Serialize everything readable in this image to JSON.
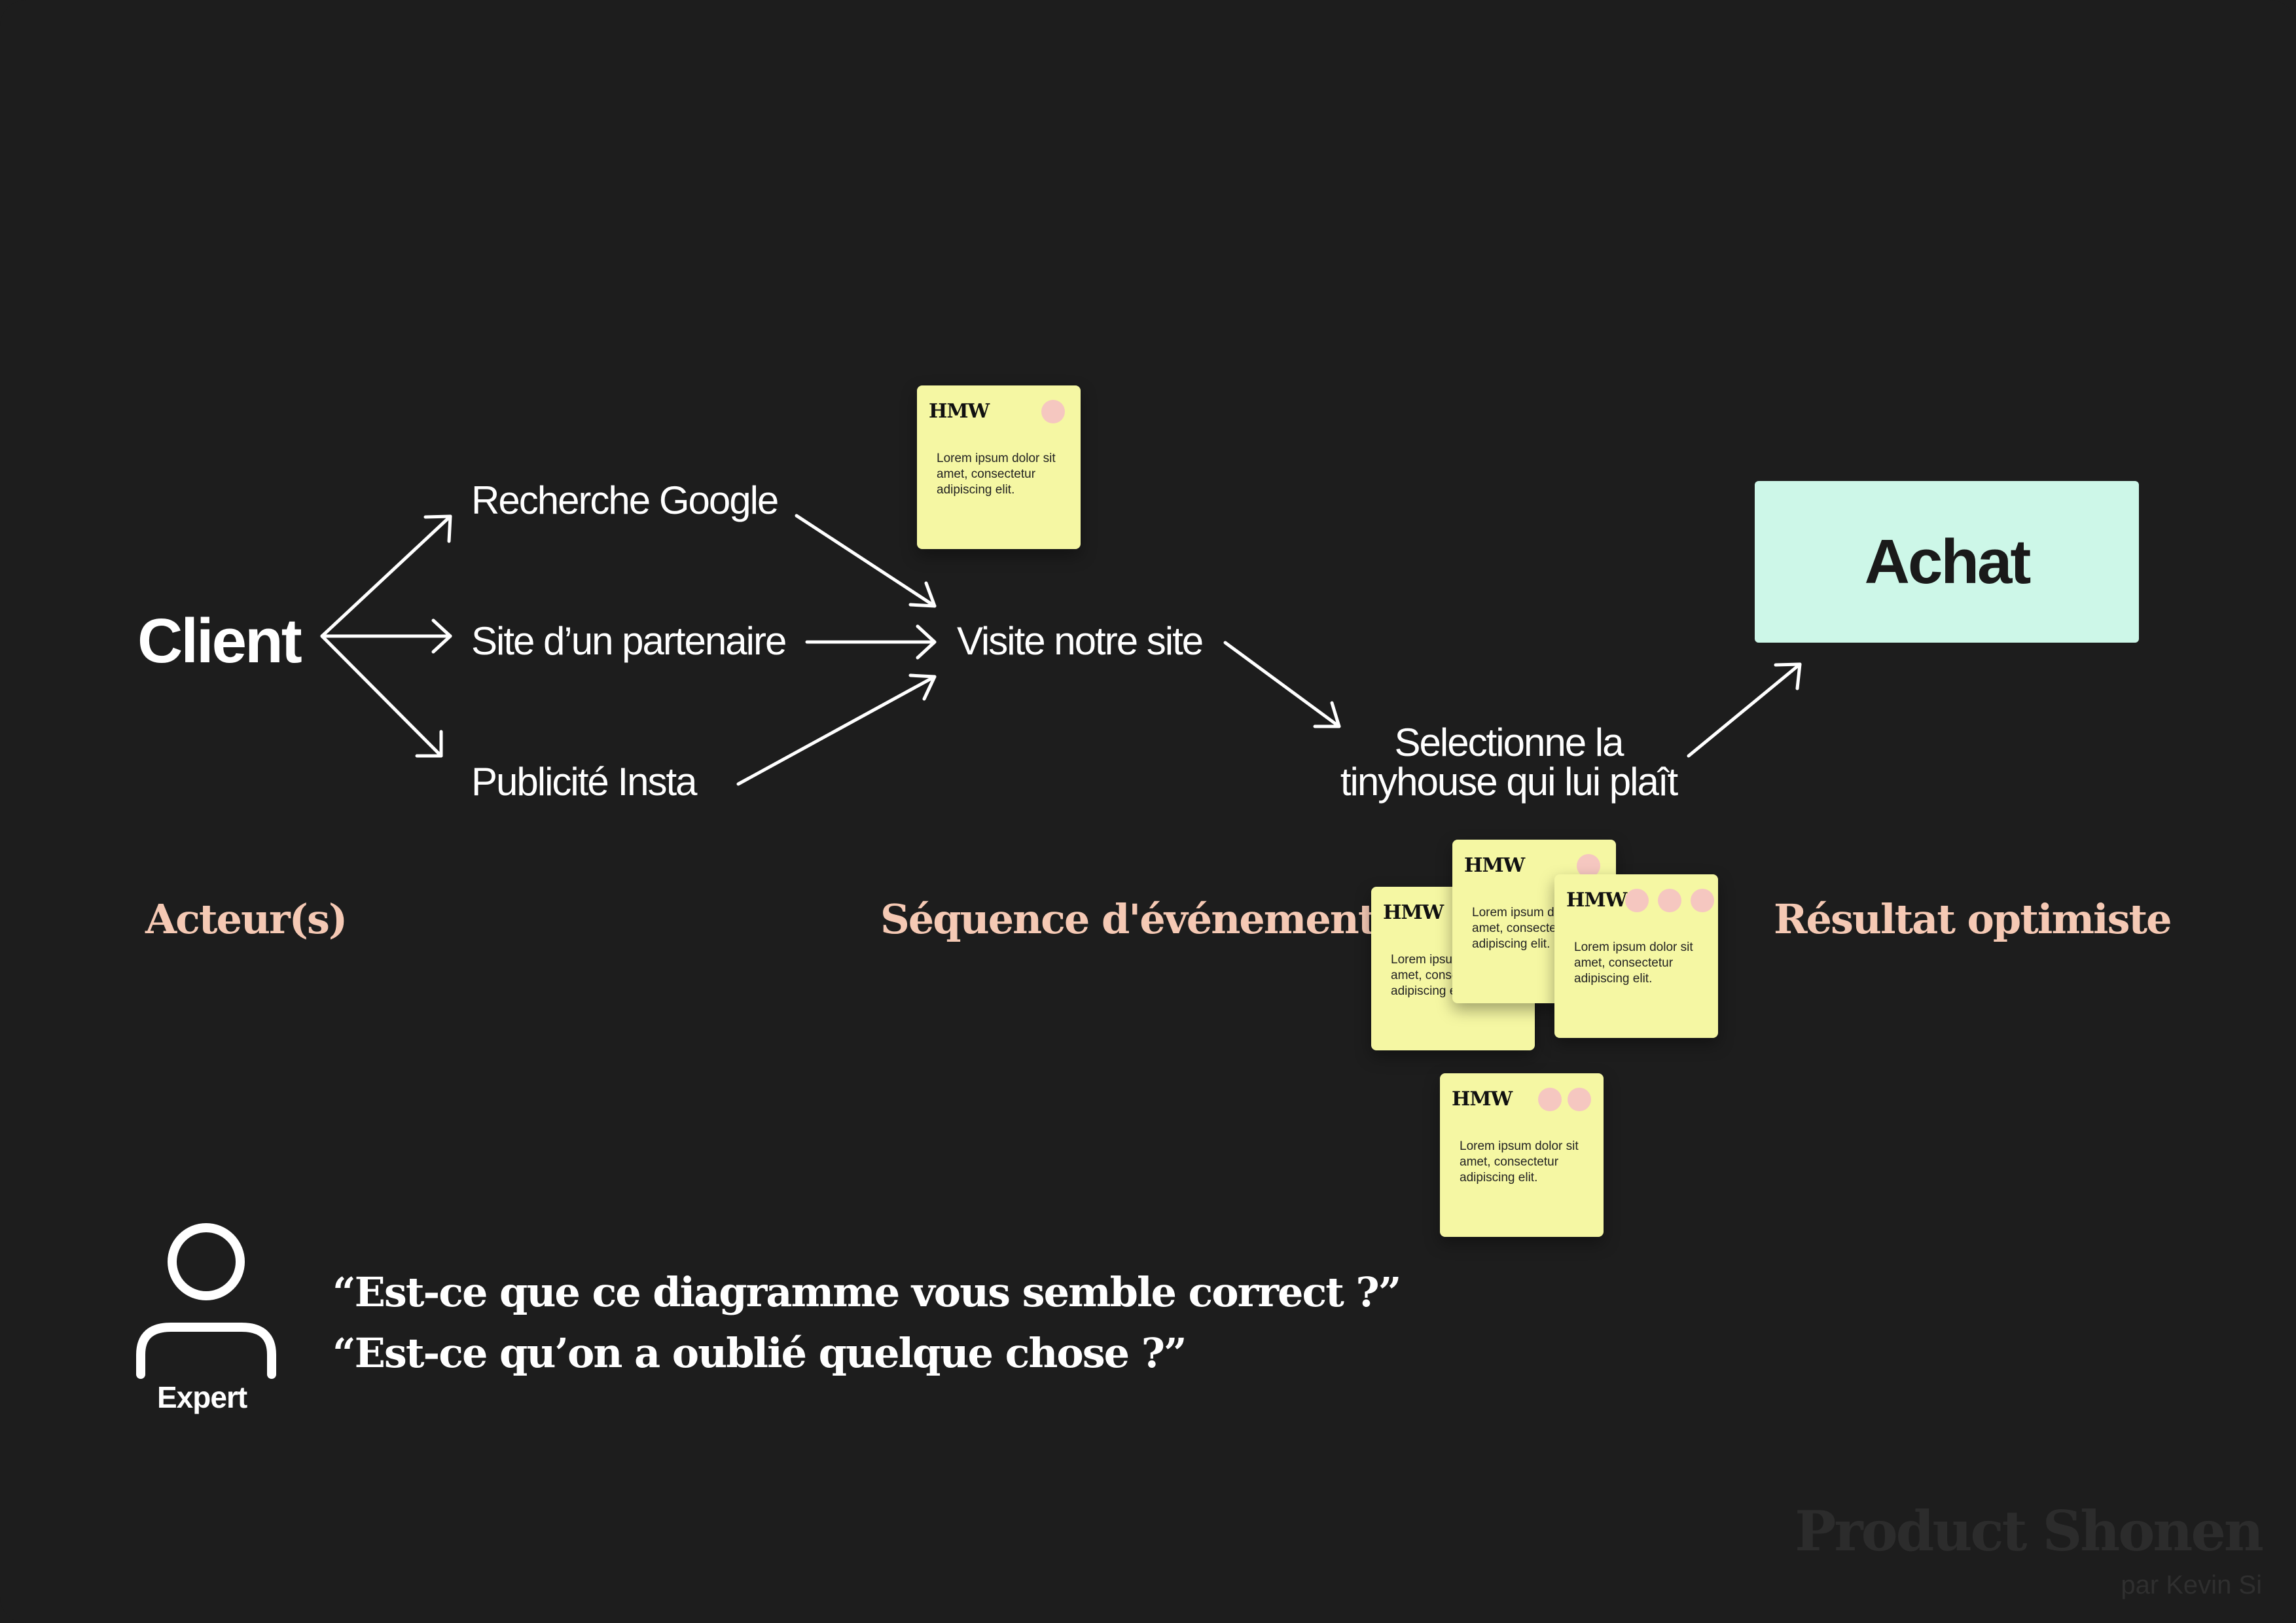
{
  "nodes": {
    "client": "Client",
    "google": "Recherche Google",
    "partner": "Site d’un partenaire",
    "insta": "Publicité Insta",
    "visit": "Visite notre site",
    "select_line1": "Selectionne la",
    "select_line2": "tinyhouse qui lui plaît",
    "achat": "Achat"
  },
  "labels": {
    "actors": "Acteur(s)",
    "sequence": "Séquence d'événements",
    "result": "Résultat optimiste"
  },
  "notes": [
    {
      "title": "HMW",
      "body": "Lorem ipsum dolor sit amet, consectetur adipiscing elit.",
      "votes": 1
    },
    {
      "title": "HMW",
      "body": "Lorem ipsum dolor sit amet, consectetur adipiscing elit.",
      "votes": 0
    },
    {
      "title": "HMW",
      "body": "Lorem ipsum dolor sit amet, consectetur adipiscing elit.",
      "votes": 1
    },
    {
      "title": "HMW",
      "body": "Lorem ipsum dolor sit amet, consectetur adipiscing elit.",
      "votes": 3
    },
    {
      "title": "HMW",
      "body": "Lorem ipsum dolor sit amet, consectetur adipiscing elit.",
      "votes": 2
    }
  ],
  "expert": {
    "label": "Expert",
    "quote1": "“Est-ce que ce diagramme vous semble correct ?”",
    "quote2": "“Est-ce qu’on a oublié quelque chose ?”"
  },
  "watermark": {
    "brand": "Product Shonen",
    "author": "par Kevin Si"
  },
  "colors": {
    "background": "#1d1d1d",
    "label": "#f5c9b4",
    "note": "#f5f7a3",
    "vote_dot": "#f5c7c0",
    "result_box": "#cdf7e8"
  }
}
